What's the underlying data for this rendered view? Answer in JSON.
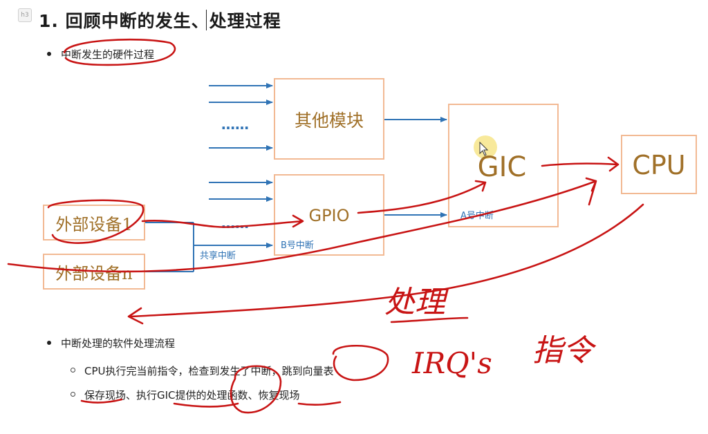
{
  "heading": {
    "tag_icon": "h3",
    "title": "1. 回顾中断的发生、处理过程"
  },
  "bullets": {
    "hardware": "中断发生的硬件过程",
    "software": "中断处理的软件处理流程",
    "sub_items": [
      "CPU执行完当前指令，检查到发生了中断，跳到向量表",
      "保存现场、执行GIC提供的处理函数、恢复现场"
    ]
  },
  "diagram": {
    "blocks": {
      "other_module": "其他模块",
      "gpio": "GPIO",
      "gic": "GIC",
      "cpu": "CPU",
      "device_1": "外部设备1",
      "device_n": "外部设备n"
    },
    "labels": {
      "dots_1": "……",
      "dots_2": "……",
      "a_irq": "A号中断",
      "b_irq": "B号中断",
      "shared_irq": "共享中断"
    },
    "colors": {
      "box_border": "#f2b993",
      "box_text": "#a07028",
      "arrow": "#2f73b5",
      "ink": "#c81414"
    }
  },
  "handwriting": {
    "note_handle": "处理",
    "note_irq": "IRQ's",
    "note_instr": "指令"
  }
}
